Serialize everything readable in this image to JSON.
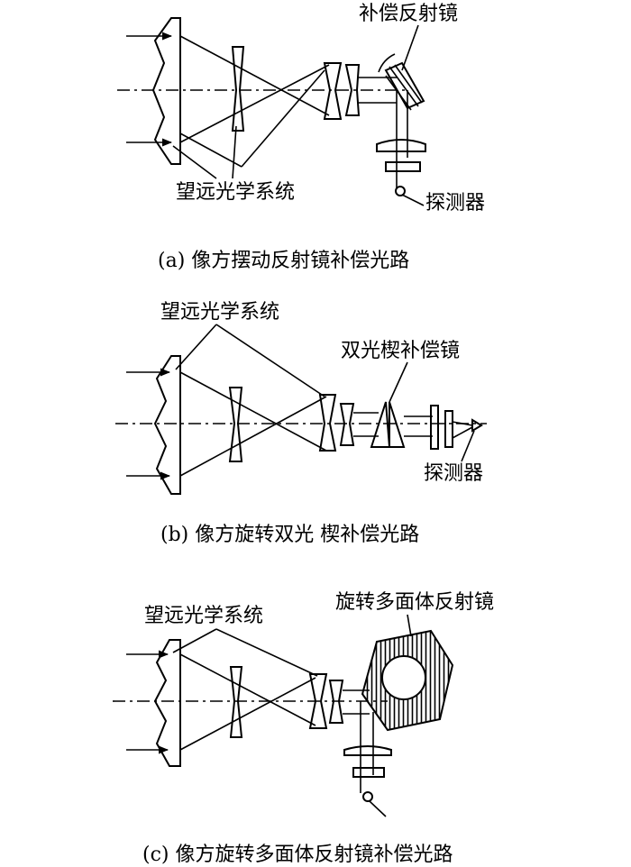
{
  "panel_a": {
    "label_compensator": "补偿反射镜",
    "label_telescope": "望远光学系统",
    "label_detector": "探测器",
    "caption": "(a) 像方摆动反射镜补偿光路"
  },
  "panel_b": {
    "label_telescope": "望远光学系统",
    "label_compensator": "双光楔补偿镜",
    "label_detector": "探测器",
    "caption": "(b) 像方旋转双光 楔补偿光路"
  },
  "panel_c": {
    "label_telescope": "望远光学系统",
    "label_compensator": "旋转多面体反射镜",
    "caption": "(c) 像方旋转多面体反射镜补偿光路"
  }
}
